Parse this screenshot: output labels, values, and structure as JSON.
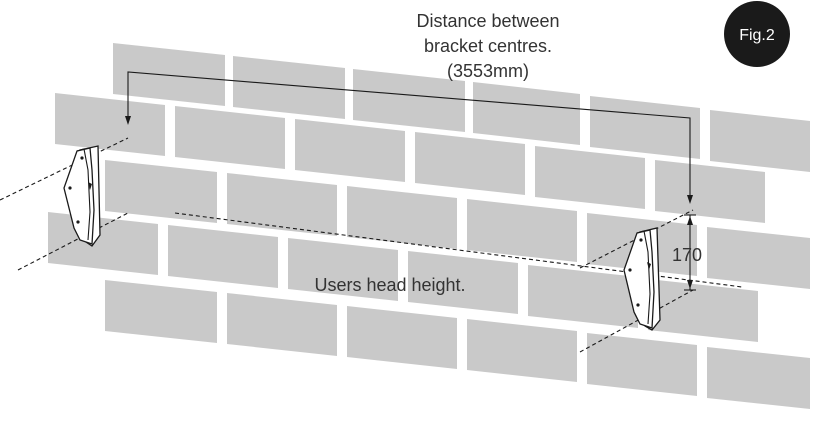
{
  "annotations": {
    "distance_line1": "Distance between",
    "distance_line2": "bracket centres.",
    "distance_value": "(3553mm)",
    "head_height": "Users head height.",
    "offset_value": "170",
    "figure_label": "Fig.2"
  },
  "colors": {
    "brick": "#c9c9c9",
    "line": "#1a1a1a",
    "text": "#333333",
    "badge": "#1a1a1a",
    "badge_text": "#ffffff"
  },
  "icons": [
    "wall-bracket-left-icon",
    "wall-bracket-right-icon"
  ]
}
